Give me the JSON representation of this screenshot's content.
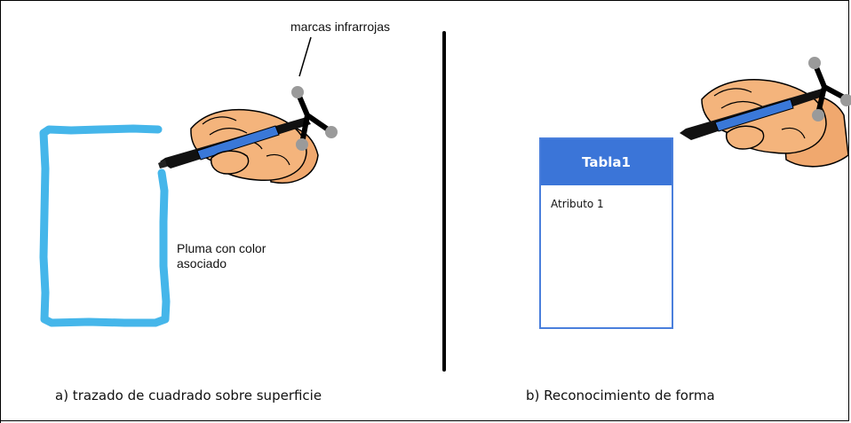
{
  "annotations": {
    "infrared_markers": "marcas infrarrojas",
    "pen_line1": "Pluma con color",
    "pen_line2": "asociado"
  },
  "captions": {
    "left": "a) trazado de cuadrado sobre superficie",
    "right": "b) Reconocimiento de forma"
  },
  "table": {
    "title": "Tabla1",
    "attribute": "Atributo 1"
  },
  "colors": {
    "stroke": "#45b6ea",
    "table_header": "#3b75d8",
    "table_border": "#4a7fdc",
    "pen_blue": "#3a78d8",
    "skin": "#f4b47c",
    "marker": "#9a9a9a"
  },
  "icons": [
    "hand-holding-pen-icon",
    "infrared-marker-icon"
  ]
}
